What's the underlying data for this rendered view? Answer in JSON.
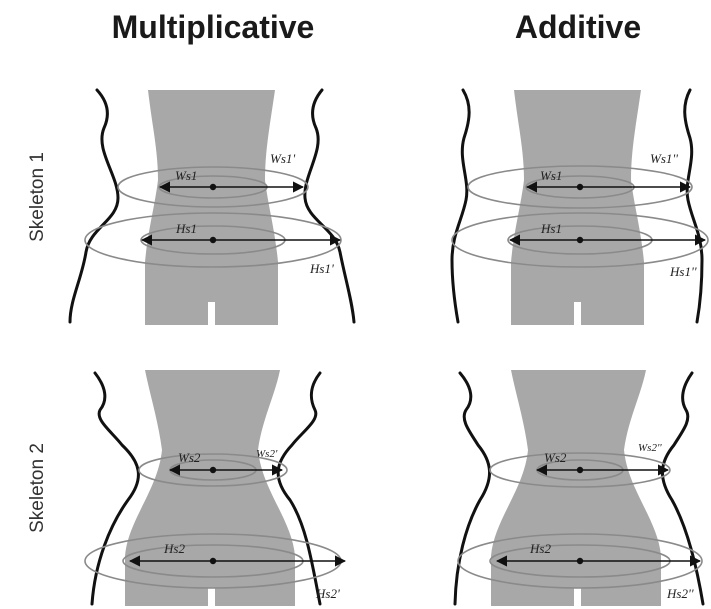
{
  "columns": [
    "Multiplicative",
    "Additive"
  ],
  "rows": [
    "Skeleton 1",
    "Skeleton 2"
  ],
  "panels": {
    "mult_s1": {
      "waist_inner": "Ws1",
      "waist_outer": "Ws1'",
      "hip_inner": "Hs1",
      "hip_outer": "Hs1'"
    },
    "add_s1": {
      "waist_inner": "Ws1",
      "waist_outer": "Ws1''",
      "hip_inner": "Hs1",
      "hip_outer": "Hs1''"
    },
    "mult_s2": {
      "waist_inner": "Ws2",
      "waist_outer": "Ws2'",
      "hip_inner": "Hs2",
      "hip_outer": "Hs2'"
    },
    "add_s2": {
      "waist_inner": "Ws2",
      "waist_outer": "Ws2''",
      "hip_inner": "Hs2",
      "hip_outer": "Hs2''"
    }
  }
}
